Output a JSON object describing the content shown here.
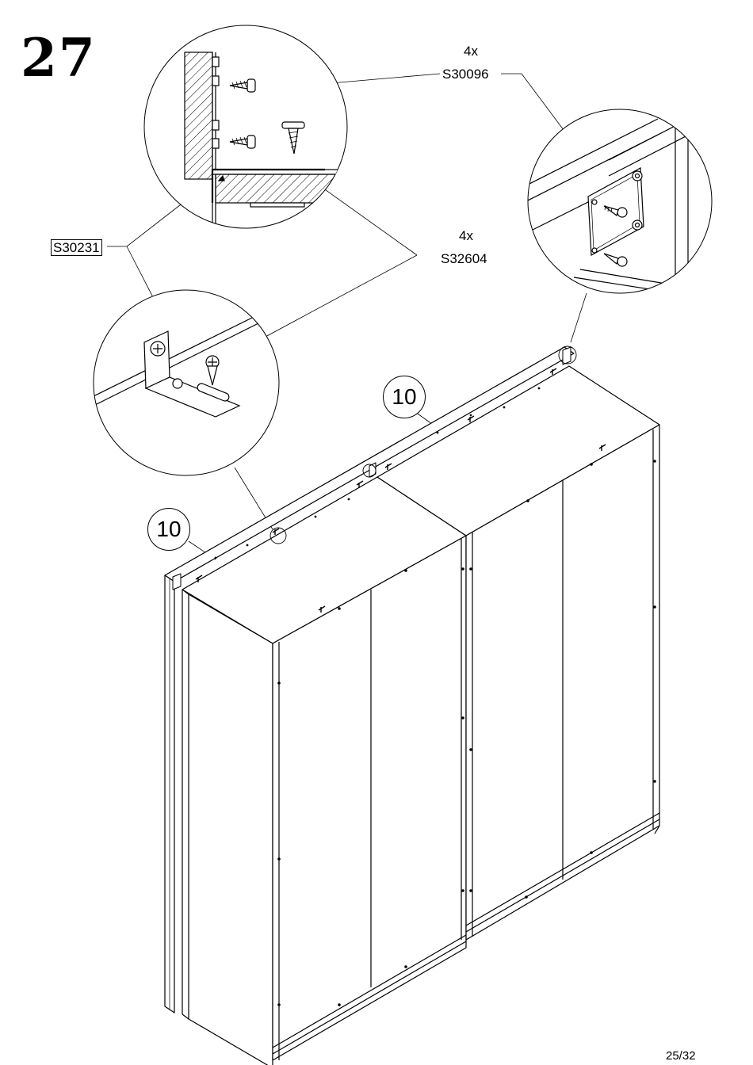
{
  "step": {
    "number": "27"
  },
  "hardware": [
    {
      "code": "S30096",
      "quantity": "4x"
    },
    {
      "code": "S32604",
      "quantity": "4x"
    },
    {
      "code": "S30231",
      "quantity": ""
    }
  ],
  "panel_callouts": [
    "10",
    "10"
  ],
  "footer": {
    "page": "25/32"
  }
}
